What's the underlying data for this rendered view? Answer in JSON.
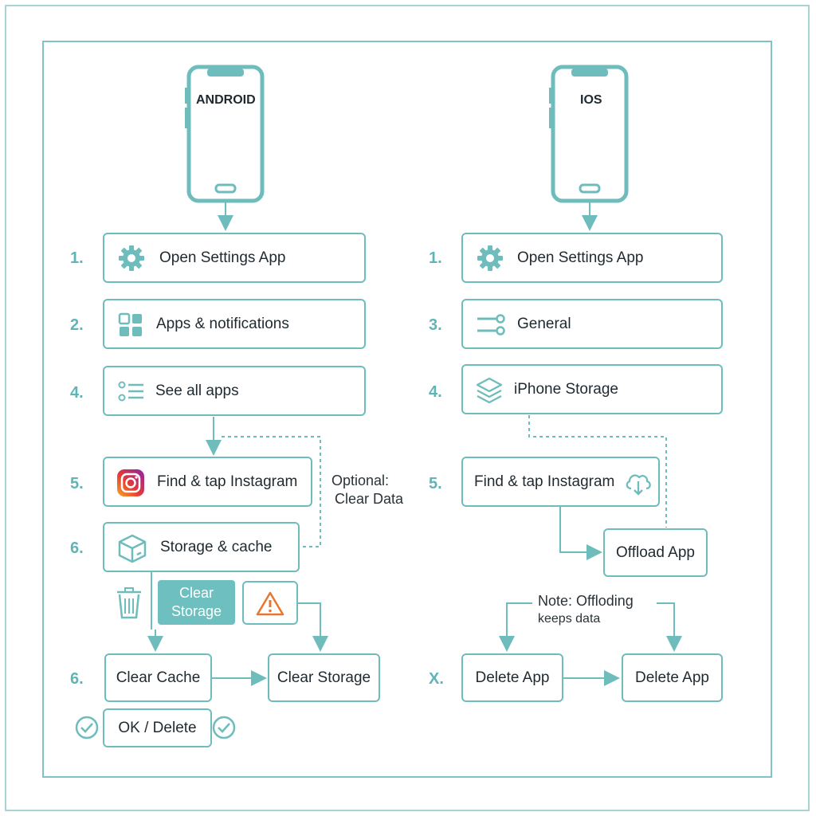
{
  "android": {
    "title": "ANDROID",
    "steps": [
      {
        "num": "1.",
        "label": "Open Settings App",
        "icon": "gear-icon"
      },
      {
        "num": "2.",
        "label": "Apps & notifications",
        "icon": "apps-grid-icon"
      },
      {
        "num": "4.",
        "label": "See all apps",
        "icon": "list-icon"
      },
      {
        "num": "5.",
        "label": "Find & tap Instagram",
        "icon": "instagram-icon"
      },
      {
        "num": "6.",
        "label": "Storage & cache",
        "icon": "box-icon"
      },
      {
        "num": "6.",
        "label": "Clear Cache"
      }
    ],
    "optional_note_1": "Optional:",
    "optional_note_2": "Clear Data",
    "clear_storage_button_line1": "Clear",
    "clear_storage_button_line2": "Storage",
    "clear_storage_box": "Clear Storage",
    "ok_delete": "OK / Delete"
  },
  "ios": {
    "title": "IOS",
    "steps": [
      {
        "num": "1.",
        "label": "Open Settings App",
        "icon": "gear-icon"
      },
      {
        "num": "3.",
        "label": "General",
        "icon": "toggles-icon"
      },
      {
        "num": "4.",
        "label": "iPhone Storage",
        "icon": "layers-icon"
      },
      {
        "num": "5.",
        "label": "Find & tap Instagram",
        "icon": "cloud-download-icon"
      },
      {
        "num": "X.",
        "label": "Delete App"
      }
    ],
    "offload_app": "Offload App",
    "note_line1": "Note: Offloding",
    "note_line2": "keeps data",
    "delete_app_right": "Delete App"
  },
  "colors": {
    "teal": "#6fbcbd",
    "teal_text": "#5fb5b6",
    "warning": "#e8772e"
  }
}
